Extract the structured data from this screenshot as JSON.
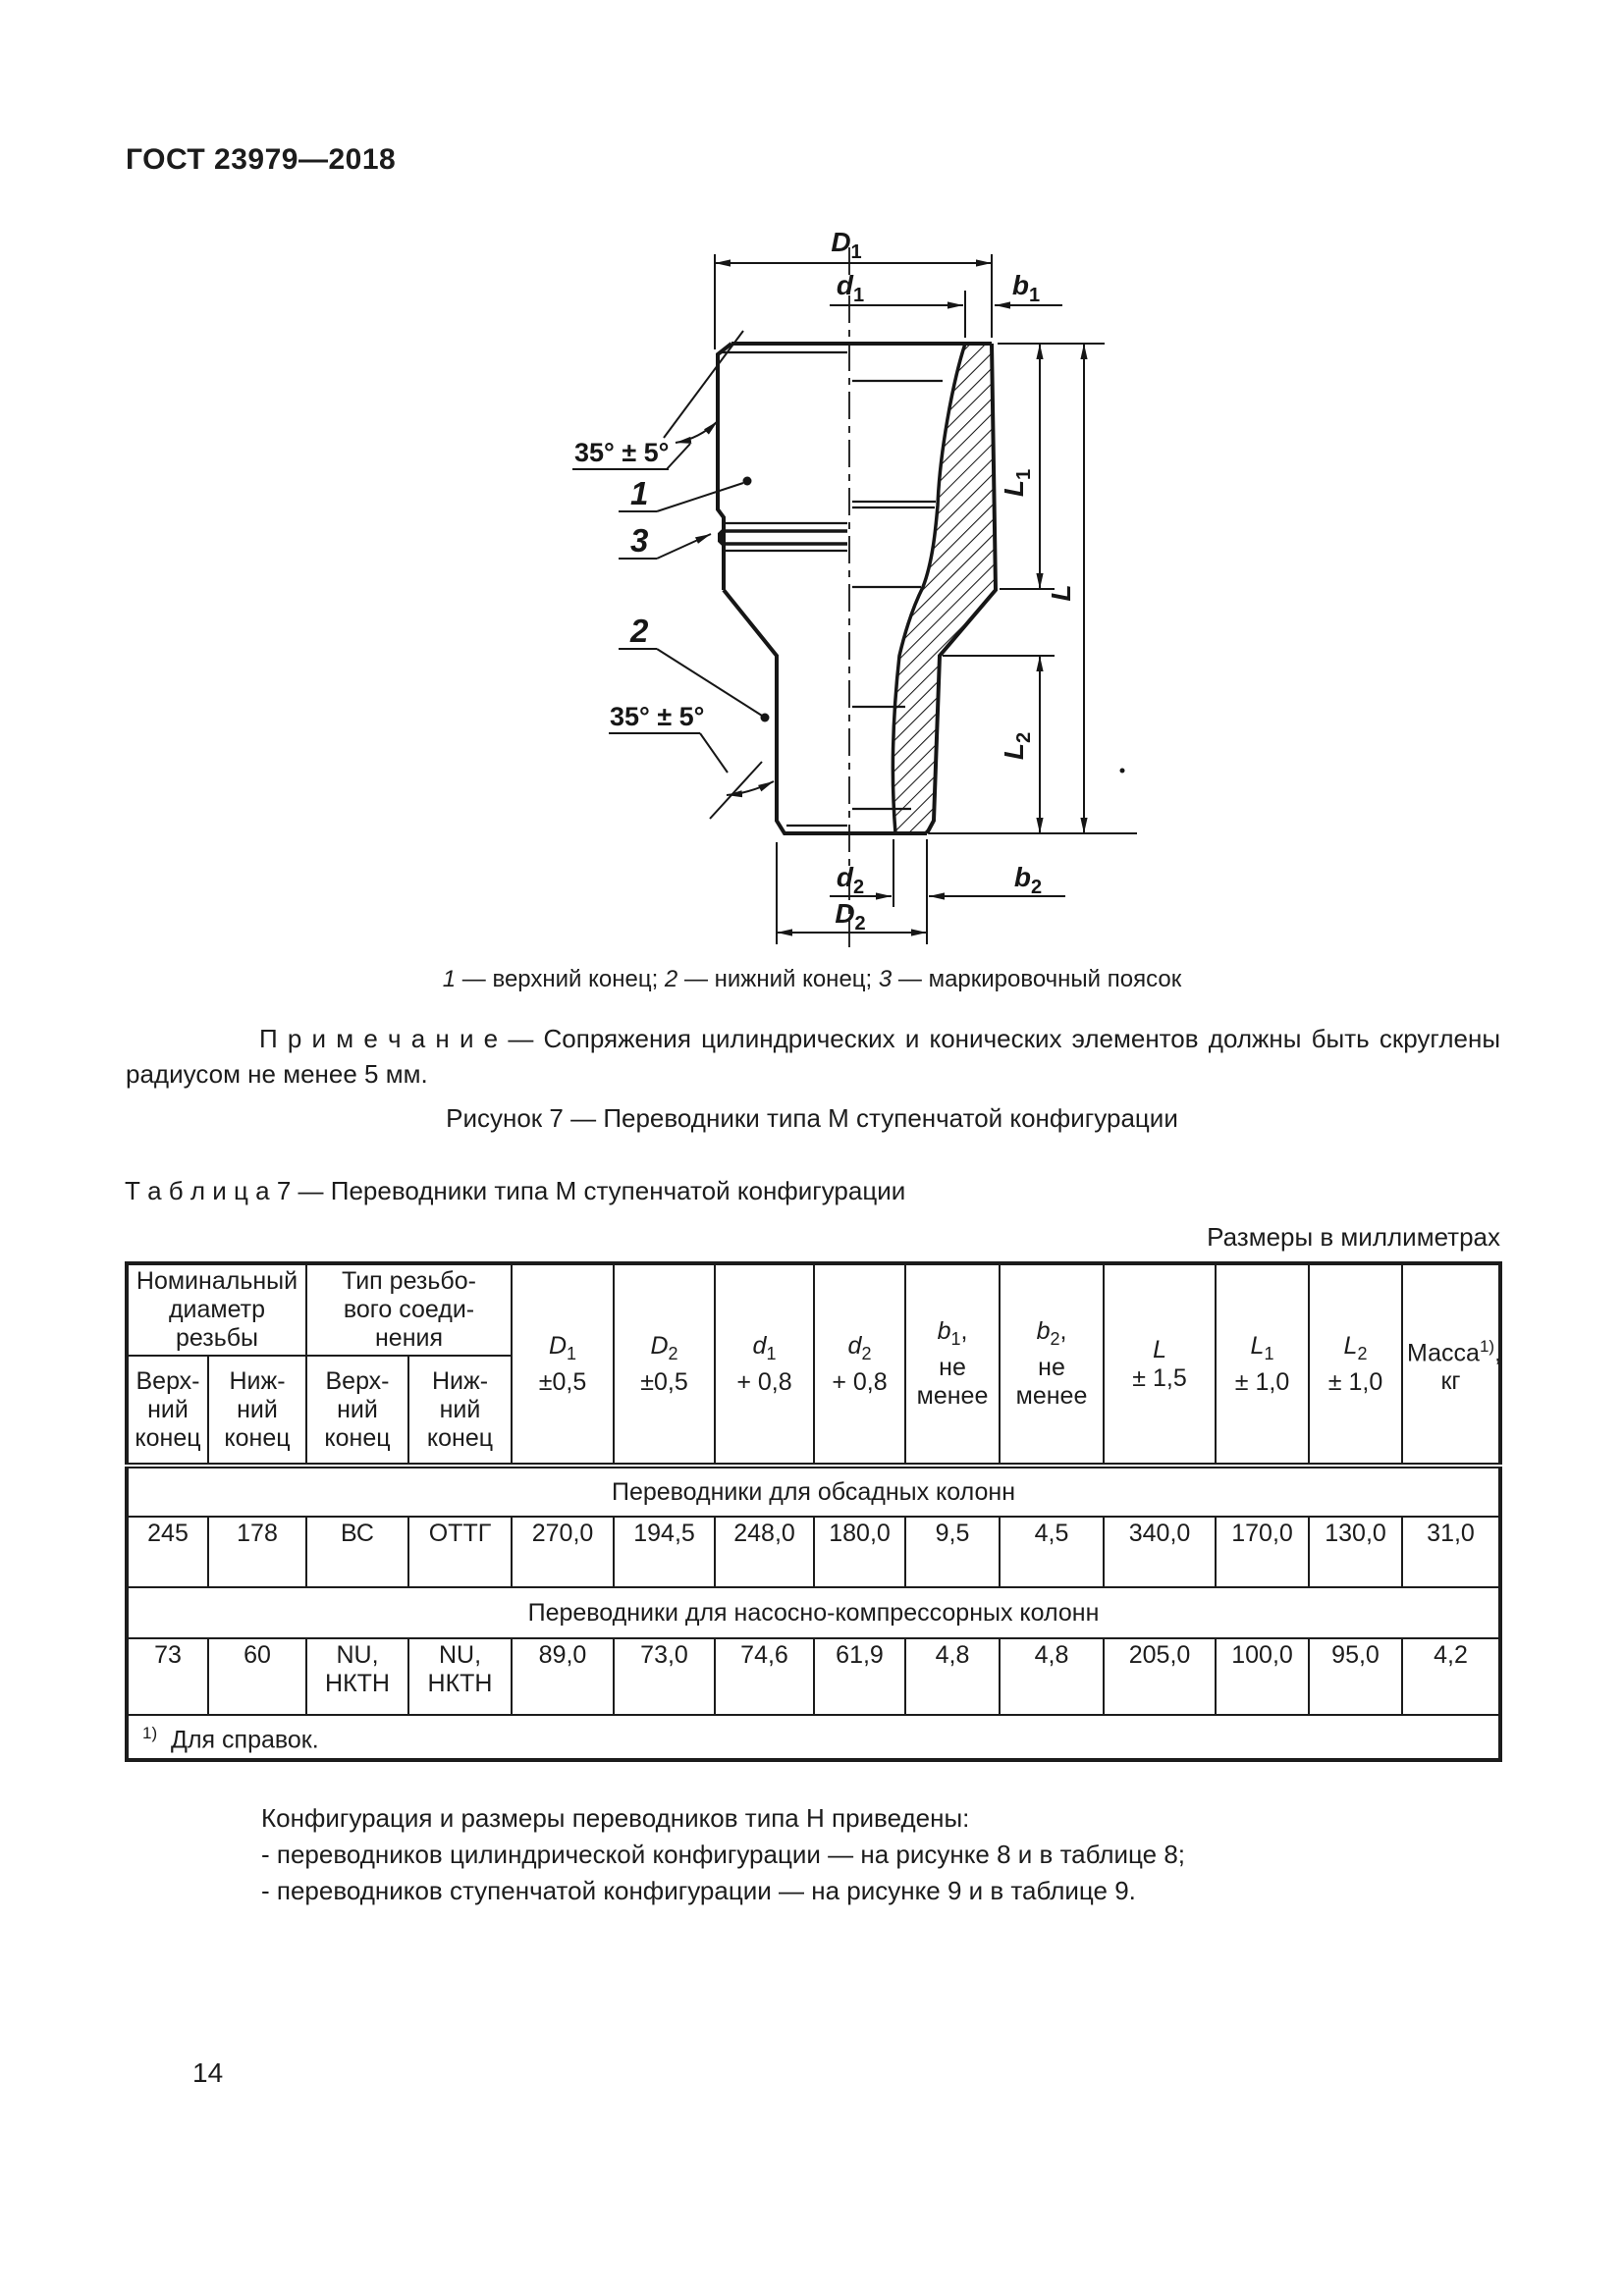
{
  "page": {
    "standard_code": "ГОСТ 23979—2018",
    "page_number": "14"
  },
  "drawing": {
    "labels": {
      "D1": {
        "sym": "D",
        "sub": "1"
      },
      "d1": {
        "sym": "d",
        "sub": "1"
      },
      "b1": {
        "sym": "b",
        "sub": "1"
      },
      "d2": {
        "sym": "d",
        "sub": "2"
      },
      "b2": {
        "sym": "b",
        "sub": "2"
      },
      "D2": {
        "sym": "D",
        "sub": "2"
      },
      "L": {
        "sym": "L",
        "sub": ""
      },
      "L1": {
        "sym": "L",
        "sub": "1"
      },
      "L2": {
        "sym": "L",
        "sub": "2"
      },
      "angle_top": "35° ± 5°",
      "angle_bottom": "35° ± 5°",
      "callout1": "1",
      "callout2": "2",
      "callout3": "3"
    }
  },
  "figure": {
    "caption": [
      {
        "num": "1",
        "text": " — верхний конец; "
      },
      {
        "num": "2",
        "text": " — нижний конец; "
      },
      {
        "num": "3",
        "text": " — маркировочный поясок"
      }
    ],
    "note_label": "П р и м е ч а н и е",
    "note_text": " — Сопряжения цилиндрических и конических элементов должны быть скруглены радиусом не менее 5 мм.",
    "figure_label": "Рисунок 7 — Переводники типа М ступенчатой конфигурации"
  },
  "table": {
    "title": "Т а б л и ц а  7 — Переводники типа М ступенчатой конфигурации",
    "units": "Размеры в миллиметрах",
    "group1": "Номинальный\nдиаметр\nрезьбы",
    "group2": "Тип резьбо-\nвого соеди-\nнения",
    "sub_heads": [
      "Верх-\nний\nконец",
      "Ниж-\nний\nконец",
      "Верх-\nний\nконец",
      "Ниж-\nний\nконец"
    ],
    "dims": [
      {
        "sym": "D",
        "sub": "1",
        "tail": "",
        "tol": "±0,5"
      },
      {
        "sym": "D",
        "sub": "2",
        "tail": "",
        "tol": "±0,5"
      },
      {
        "sym": "d",
        "sub": "1",
        "tail": "",
        "tol": "+ 0,8"
      },
      {
        "sym": "d",
        "sub": "2",
        "tail": "",
        "tol": "+ 0,8"
      },
      {
        "sym": "b",
        "sub": "1",
        "tail": ",",
        "tol": "не\nменее"
      },
      {
        "sym": "b",
        "sub": "2",
        "tail": ",",
        "tol": "не\nменее"
      },
      {
        "sym": "L",
        "sub": "",
        "tail": "",
        "tol": "± 1,5"
      },
      {
        "sym": "L",
        "sub": "1",
        "tail": "",
        "tol": "± 1,0"
      },
      {
        "sym": "L",
        "sub": "2",
        "tail": "",
        "tol": "± 1,0"
      }
    ],
    "mass_head": {
      "main": "Масса",
      "sup": "1)",
      "tail": ",",
      "unit": "кг"
    },
    "section1": "Переводники для обсадных колонн",
    "row1": [
      "245",
      "178",
      "ВС",
      "ОТТГ",
      "270,0",
      "194,5",
      "248,0",
      "180,0",
      "9,5",
      "4,5",
      "340,0",
      "170,0",
      "130,0",
      "31,0"
    ],
    "section2": "Переводники для насосно-компрессорных колонн",
    "row2": [
      "73",
      "60",
      "NU,\nНКТН",
      "NU,\nНКТН",
      "89,0",
      "73,0",
      "74,6",
      "61,9",
      "4,8",
      "4,8",
      "205,0",
      "100,0",
      "95,0",
      "4,2"
    ],
    "footnote_sup": "1)",
    "footnote_text": "Для справок."
  },
  "paragraph": {
    "line1": "Конфигурация и размеры переводников типа Н приведены:",
    "line2": "- переводников цилиндрической конфигурации — на рисунке 8 и в таблице 8;",
    "line3": "- переводников ступенчатой конфигурации — на рисунке 9 и в таблице 9."
  }
}
